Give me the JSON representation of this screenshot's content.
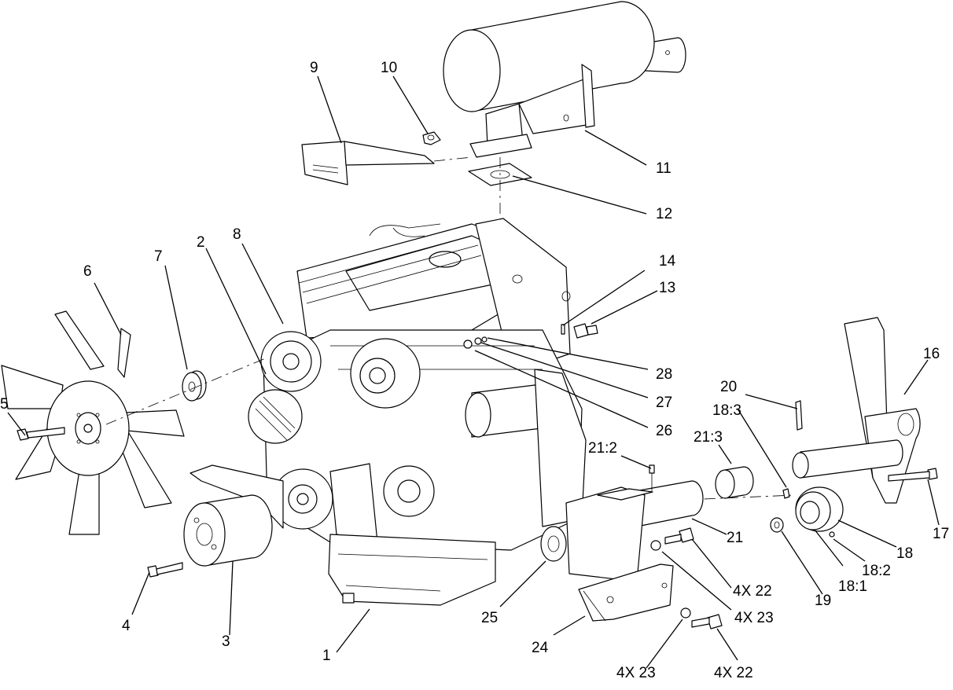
{
  "callouts": [
    {
      "id": "c1",
      "text": "1"
    },
    {
      "id": "c2",
      "text": "2"
    },
    {
      "id": "c3",
      "text": "3"
    },
    {
      "id": "c4",
      "text": "4"
    },
    {
      "id": "c5",
      "text": "5"
    },
    {
      "id": "c6",
      "text": "6"
    },
    {
      "id": "c7",
      "text": "7"
    },
    {
      "id": "c8",
      "text": "8"
    },
    {
      "id": "c9",
      "text": "9"
    },
    {
      "id": "c10",
      "text": "10"
    },
    {
      "id": "c11",
      "text": "11"
    },
    {
      "id": "c12",
      "text": "12"
    },
    {
      "id": "c13",
      "text": "13"
    },
    {
      "id": "c14",
      "text": "14"
    },
    {
      "id": "c16",
      "text": "16"
    },
    {
      "id": "c17",
      "text": "17"
    },
    {
      "id": "c18",
      "text": "18"
    },
    {
      "id": "c18_1",
      "text": "18:1"
    },
    {
      "id": "c18_2",
      "text": "18:2"
    },
    {
      "id": "c18_3",
      "text": "18:3"
    },
    {
      "id": "c19",
      "text": "19"
    },
    {
      "id": "c20",
      "text": "20"
    },
    {
      "id": "c21",
      "text": "21"
    },
    {
      "id": "c21_2",
      "text": "21:2"
    },
    {
      "id": "c21_3",
      "text": "21:3"
    },
    {
      "id": "c22a",
      "text": "4X 22"
    },
    {
      "id": "c22b",
      "text": "4X 22"
    },
    {
      "id": "c23a",
      "text": "4X 23"
    },
    {
      "id": "c23b",
      "text": "4X 23"
    },
    {
      "id": "c24",
      "text": "24"
    },
    {
      "id": "c25",
      "text": "25"
    },
    {
      "id": "c26",
      "text": "26"
    },
    {
      "id": "c27",
      "text": "27"
    },
    {
      "id": "c28",
      "text": "28"
    }
  ]
}
